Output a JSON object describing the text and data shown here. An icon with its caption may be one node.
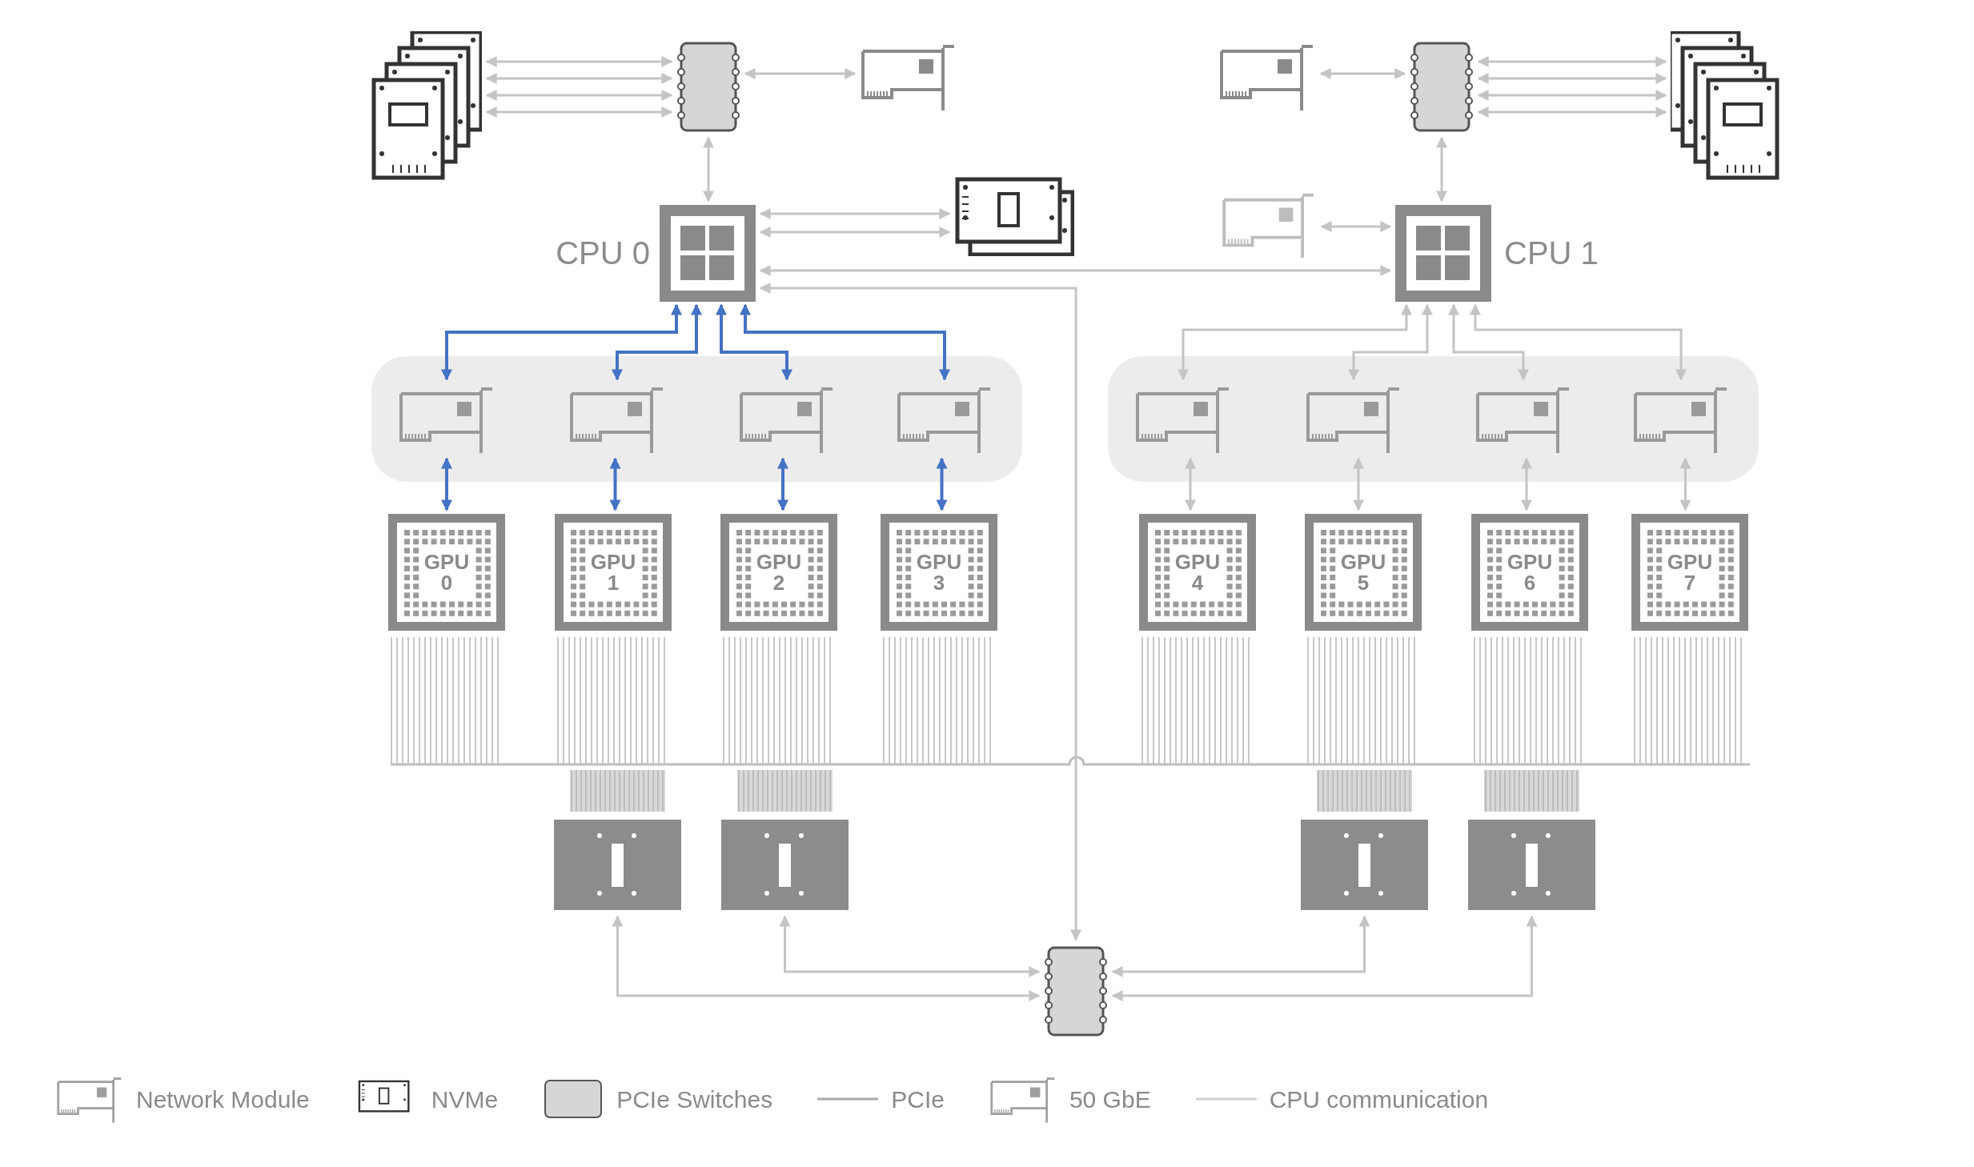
{
  "diagram": {
    "nodes": [
      {
        "text": [],
        "shape": "drive"
      },
      {
        "text": [],
        "shape": "chip"
      },
      {
        "text": [],
        "shape": "card"
      },
      {
        "text": [],
        "shape": "card"
      },
      {
        "text": [],
        "shape": "chip"
      },
      {
        "text": [],
        "shape": "drive"
      },
      {
        "text": [],
        "shape": "processor",
        "beside": [
          "CPU 0"
        ]
      },
      {
        "text": [],
        "shape": "drive"
      },
      {
        "text": [],
        "shape": "card"
      },
      {
        "text": [],
        "shape": "processor",
        "beside": [
          "CPU 1"
        ]
      },
      {
        "text": [],
        "shape": "band"
      },
      {
        "text": [],
        "shape": "card",
        "in": 10
      },
      {
        "text": [],
        "shape": "card",
        "in": 10
      },
      {
        "text": [],
        "shape": "card",
        "in": 10
      },
      {
        "text": [],
        "shape": "card",
        "in": 10
      },
      {
        "text": [],
        "shape": "band"
      },
      {
        "text": [],
        "shape": "card",
        "in": 15
      },
      {
        "text": [],
        "shape": "card",
        "in": 15
      },
      {
        "text": [],
        "shape": "card",
        "in": 15
      },
      {
        "text": [],
        "shape": "card",
        "in": 15
      },
      {
        "text": [
          "GPU 0"
        ]
      },
      {
        "text": [
          "GPU 1"
        ]
      },
      {
        "text": [
          "GPU 2"
        ]
      },
      {
        "text": [
          "GPU 3"
        ]
      },
      {
        "text": [
          "GPU 4"
        ]
      },
      {
        "text": [
          "GPU 5"
        ]
      },
      {
        "text": [
          "GPU 6"
        ]
      },
      {
        "text": [
          "GPU 7"
        ]
      },
      {
        "text": [],
        "shape": "box"
      },
      {
        "text": [],
        "shape": "box"
      },
      {
        "text": [],
        "shape": "box"
      },
      {
        "text": [],
        "shape": "box"
      },
      {
        "text": [],
        "shape": "chip"
      }
    ],
    "edges": [
      {
        "from": 0,
        "to": 1,
        "arrow": "both"
      },
      {
        "from": 0,
        "to": 1,
        "arrow": "both"
      },
      {
        "from": 0,
        "to": 1,
        "arrow": "both"
      },
      {
        "from": 0,
        "to": 1,
        "arrow": "both"
      },
      {
        "from": 1,
        "to": 2,
        "arrow": "both"
      },
      {
        "from": 1,
        "to": 6,
        "arrow": "both"
      },
      {
        "from": 3,
        "to": 4,
        "arrow": "both"
      },
      {
        "from": 4,
        "to": 5,
        "arrow": "both"
      },
      {
        "from": 4,
        "to": 5,
        "arrow": "both"
      },
      {
        "from": 4,
        "to": 5,
        "arrow": "both"
      },
      {
        "from": 4,
        "to": 5,
        "arrow": "both"
      },
      {
        "from": 4,
        "to": 9,
        "arrow": "both"
      },
      {
        "from": 6,
        "to": 7,
        "arrow": "both"
      },
      {
        "from": 6,
        "to": 7,
        "arrow": "both"
      },
      {
        "from": 8,
        "to": 9,
        "arrow": "both"
      },
      {
        "from": 6,
        "to": 9,
        "arrow": "both"
      },
      {
        "from": 6,
        "to": 32,
        "arrow": "both"
      },
      {
        "from": 6,
        "to": 11,
        "arrow": "both",
        "color": "#4472c4"
      },
      {
        "from": 6,
        "to": 12,
        "arrow": "both",
        "color": "#4472c4"
      },
      {
        "from": 6,
        "to": 13,
        "arrow": "both",
        "color": "#4472c4"
      },
      {
        "from": 6,
        "to": 14,
        "arrow": "both",
        "color": "#4472c4"
      },
      {
        "from": 11,
        "to": 20,
        "arrow": "both",
        "color": "#4472c4"
      },
      {
        "from": 12,
        "to": 21,
        "arrow": "both",
        "color": "#4472c4"
      },
      {
        "from": 13,
        "to": 22,
        "arrow": "both",
        "color": "#4472c4"
      },
      {
        "from": 14,
        "to": 23,
        "arrow": "both",
        "color": "#4472c4"
      },
      {
        "from": 9,
        "to": 16,
        "arrow": "both"
      },
      {
        "from": 9,
        "to": 17,
        "arrow": "both"
      },
      {
        "from": 9,
        "to": 18,
        "arrow": "both"
      },
      {
        "from": 9,
        "to": 19,
        "arrow": "both"
      },
      {
        "from": 16,
        "to": 24,
        "arrow": "both"
      },
      {
        "from": 17,
        "to": 25,
        "arrow": "both"
      },
      {
        "from": 18,
        "to": 26,
        "arrow": "both"
      },
      {
        "from": 19,
        "to": 27,
        "arrow": "both"
      },
      {
        "from": 28,
        "to": 32,
        "arrow": "both"
      },
      {
        "from": 29,
        "to": 32,
        "arrow": "both"
      },
      {
        "from": 30,
        "to": 32,
        "arrow": "both"
      },
      {
        "from": 31,
        "to": 32,
        "arrow": "both"
      }
    ],
    "legend": [
      {
        "text": "Network Module"
      },
      {
        "text": "NVMe"
      },
      {
        "text": "PCIe Switches"
      },
      {
        "text": "PCIe"
      },
      {
        "text": "50 GbE"
      },
      {
        "text": "CPU communication"
      }
    ]
  }
}
